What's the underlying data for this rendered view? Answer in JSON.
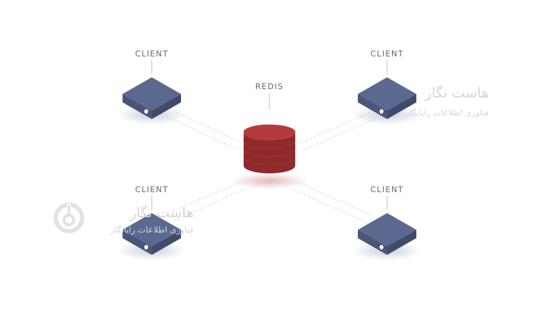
{
  "diagram": {
    "title": "Redis client-server architecture",
    "server": {
      "label": "REDIS",
      "color": "#b53a3b",
      "color_dark": "#8e2a2b",
      "color_light": "#c9494a"
    },
    "clients": [
      {
        "id": "top-left",
        "label": "CLIENT"
      },
      {
        "id": "top-right",
        "label": "CLIENT"
      },
      {
        "id": "bottom-left",
        "label": "CLIENT"
      },
      {
        "id": "bottom-right",
        "label": "CLIENT"
      }
    ],
    "client_colors": {
      "top": "#5b6890",
      "side_left": "#4a5679",
      "side_right": "#404b6b",
      "port": "#ffffff"
    },
    "connector_style": "dotted",
    "connector_color": "#c8c8c8",
    "label_color": "#6b6b6b"
  },
  "watermarks": [
    {
      "title": "هاست نگار",
      "subtitle": "فناوری اطلاعات رایانگار"
    },
    {
      "title": "هاست نگار",
      "subtitle": "فناوری اطلاعات رایانگار"
    }
  ]
}
